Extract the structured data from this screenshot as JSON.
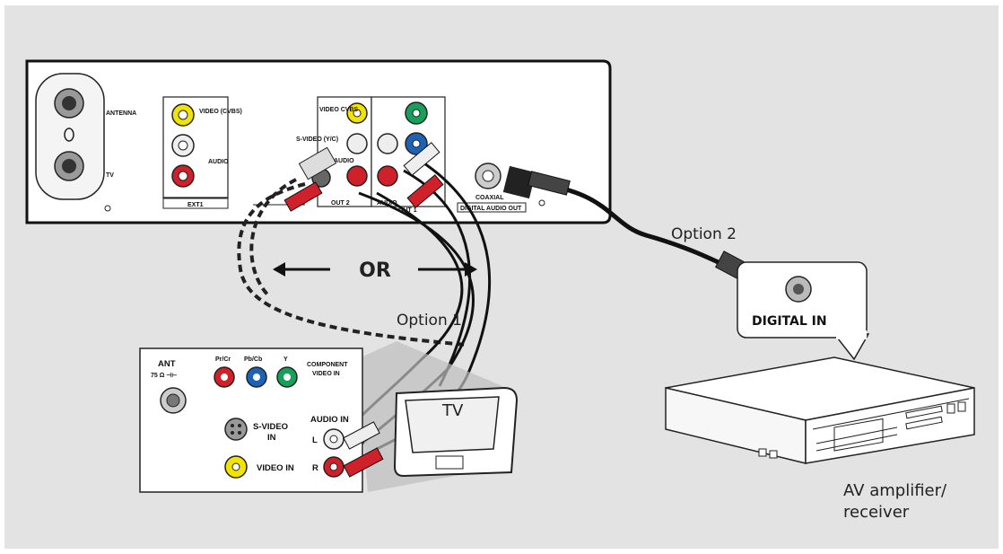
{
  "recorder": {
    "antenna_label": "ANTENNA",
    "tv_label": "TV",
    "ext1_label": "EXT1",
    "ext1_video_label": "VIDEO (CVBS)",
    "ext1_audio_label": "AUDIO",
    "video_cvbs_label": "VIDEO CVBS",
    "svideo_label": "S-VIDEO (Y/C)",
    "audio_label": "AUDIO",
    "out2_label": "OUT 2",
    "audio_out1_label": "AUDIO",
    "out1_label": "OUT 1",
    "coaxial_label": "COAXIAL",
    "digital_audio_out_label": "DIGITAL AUDIO OUT"
  },
  "connections": {
    "or_label": "OR",
    "option1_label": "Option 1",
    "option2_label": "Option 2"
  },
  "tv_panel": {
    "ant_label": "ANT",
    "ohm_label": "75 Ω ⊣⊢",
    "pr_label": "Pr/Cr",
    "pb_label": "Pb/Cb",
    "y_label": "Y",
    "component_label_1": "COMPONENT",
    "component_label_2": "VIDEO IN",
    "svideo_in_1": "S-VIDEO",
    "svideo_in_2": "IN",
    "video_in": "VIDEO IN",
    "audio_in": "AUDIO IN",
    "l_label": "L",
    "r_label": "R",
    "tv_title": "TV"
  },
  "amplifier": {
    "digital_in": "DIGITAL IN",
    "caption_line1": "AV amplifier/",
    "caption_line2": "receiver"
  },
  "colors": {
    "background": "#e3e3e3",
    "yellow": "#f2e400",
    "red": "#d0202a",
    "green": "#16a05a",
    "blue": "#1c63b8",
    "cable": "#1a1a1a"
  }
}
